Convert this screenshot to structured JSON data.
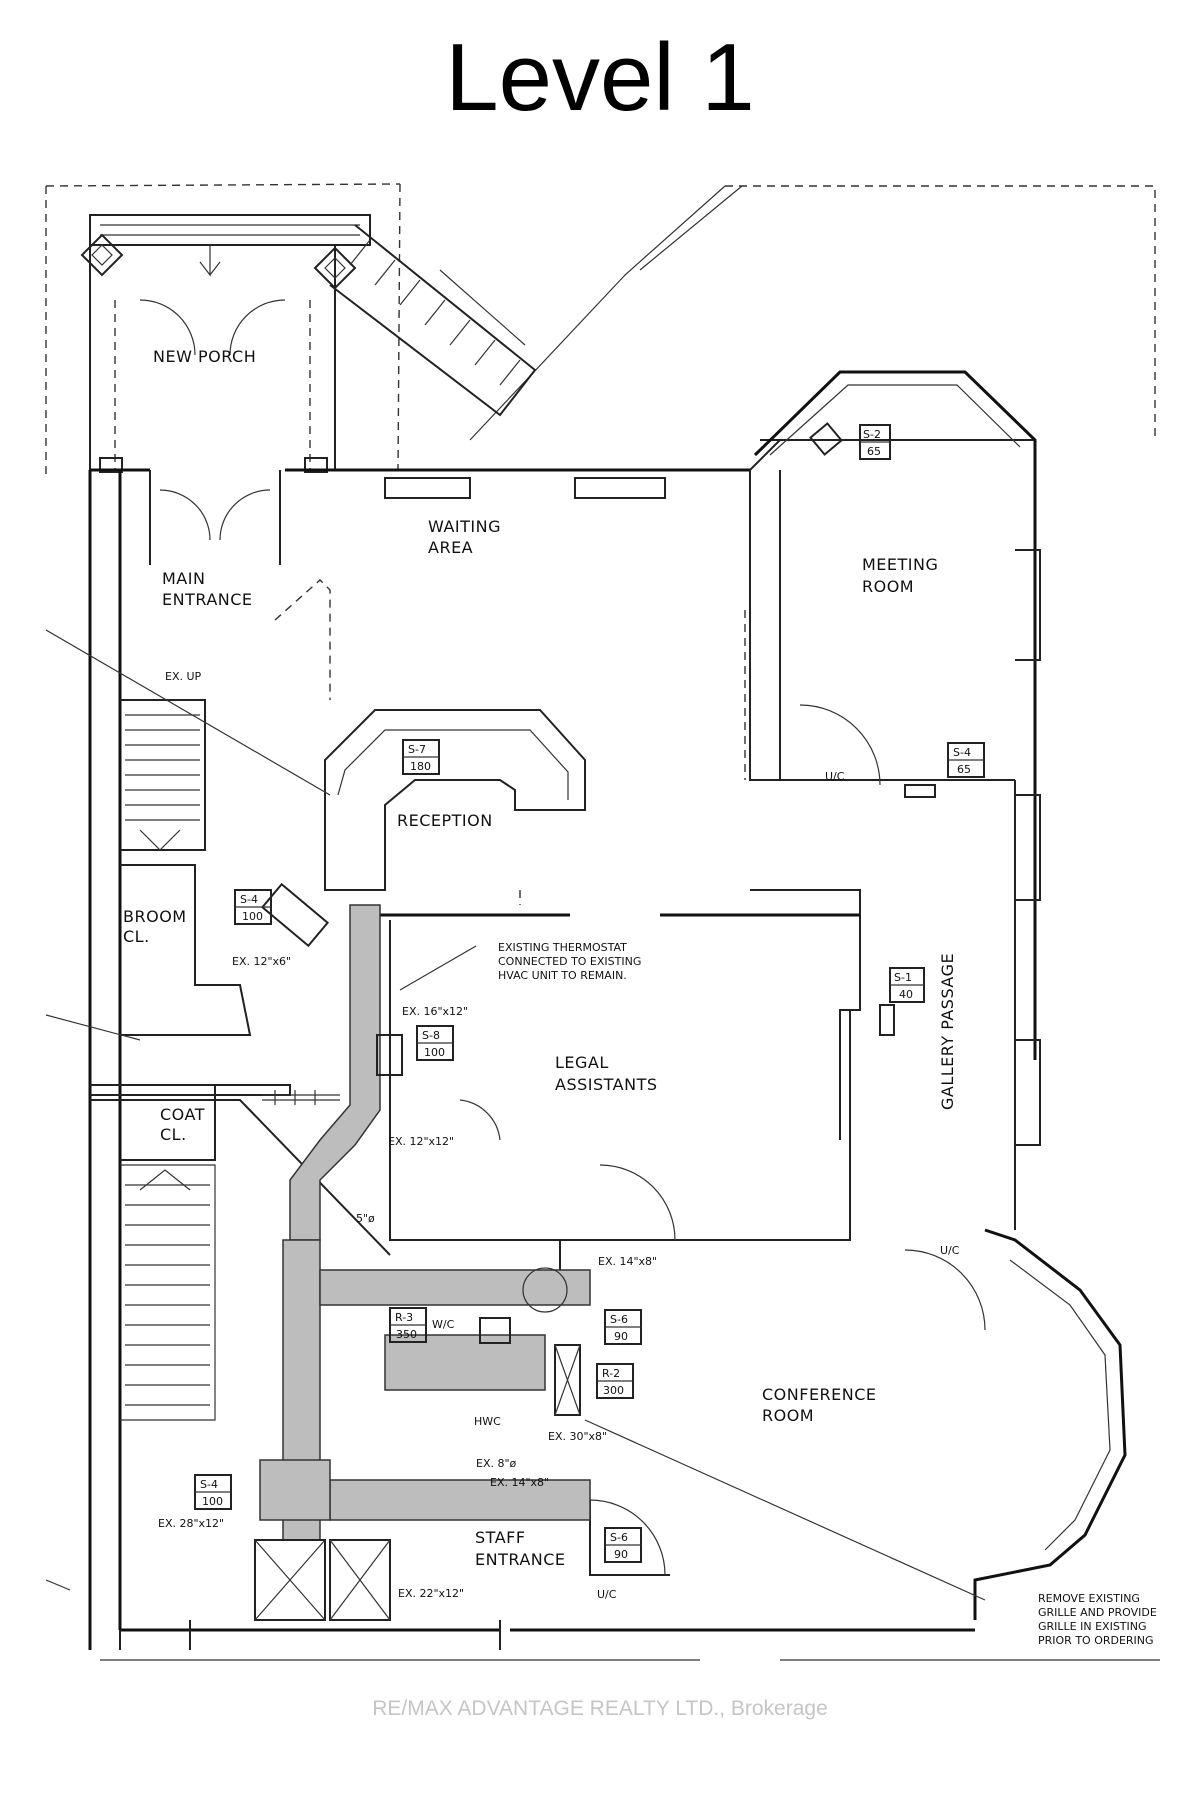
{
  "title": "Level 1",
  "rooms": {
    "new_porch": "NEW PORCH",
    "waiting_area_1": "WAITING",
    "waiting_area_2": "AREA",
    "main_entrance_1": "MAIN",
    "main_entrance_2": "ENTRANCE",
    "meeting_room_1": "MEETING",
    "meeting_room_2": "ROOM",
    "reception": "RECEPTION",
    "broom_cl_1": "BROOM",
    "broom_cl_2": "CL.",
    "legal_assistants_1": "LEGAL",
    "legal_assistants_2": "ASSISTANTS",
    "gallery_passage": "GALLERY PASSAGE",
    "coat_cl_1": "COAT",
    "coat_cl_2": "CL.",
    "conference_room_1": "CONFERENCE",
    "conference_room_2": "ROOM",
    "staff_entrance_1": "STAFF",
    "staff_entrance_2": "ENTRANCE"
  },
  "tags": {
    "s2_code": "S-2",
    "s2_val": "65",
    "s4a_code": "S-4",
    "s4a_val": "65",
    "s7_code": "S-7",
    "s7_val": "180",
    "s4b_code": "S-4",
    "s4b_val": "100",
    "s8_code": "S-8",
    "s8_val": "100",
    "s1_code": "S-1",
    "s1_val": "40",
    "s6a_code": "S-6",
    "s6a_val": "90",
    "r3_code": "R-3",
    "r3_val": "350",
    "r2_code": "R-2",
    "r2_val": "300",
    "s4c_code": "S-4",
    "s4c_val": "100",
    "s6b_code": "S-6",
    "s6b_val": "90"
  },
  "notes": {
    "ex_up": "EX. UP",
    "uc_1": "U/C",
    "uc_2": "U/C",
    "uc_3": "U/C",
    "wc": "W/C",
    "hwc": "HWC",
    "ex_12x6": "EX. 12\"x6\"",
    "ex_16x12": "EX. 16\"x12\"",
    "ex_12x12": "EX. 12\"x12\"",
    "ex_5": "5\"ø",
    "ex_14x8a": "EX. 14\"x8\"",
    "ex_30x8": "EX. 30\"x8\"",
    "ex_8": "EX. 8\"ø",
    "ex_14x8b": "EX. 14\"x8\"",
    "ex_28x12": "EX. 28\"x12\"",
    "ex_22x12": "EX. 22\"x12\"",
    "thermostat_1": "EXISTING THERMOSTAT",
    "thermostat_2": "CONNECTED TO EXISTING",
    "thermostat_3": "HVAC UNIT TO REMAIN.",
    "grille_1": "REMOVE EXISTING",
    "grille_2": "GRILLE AND PROVIDE",
    "grille_3": "GRILLE IN EXISTING",
    "grille_4": "PRIOR TO ORDERING"
  },
  "watermark": "RE/MAX ADVANTAGE REALTY LTD., Brokerage"
}
